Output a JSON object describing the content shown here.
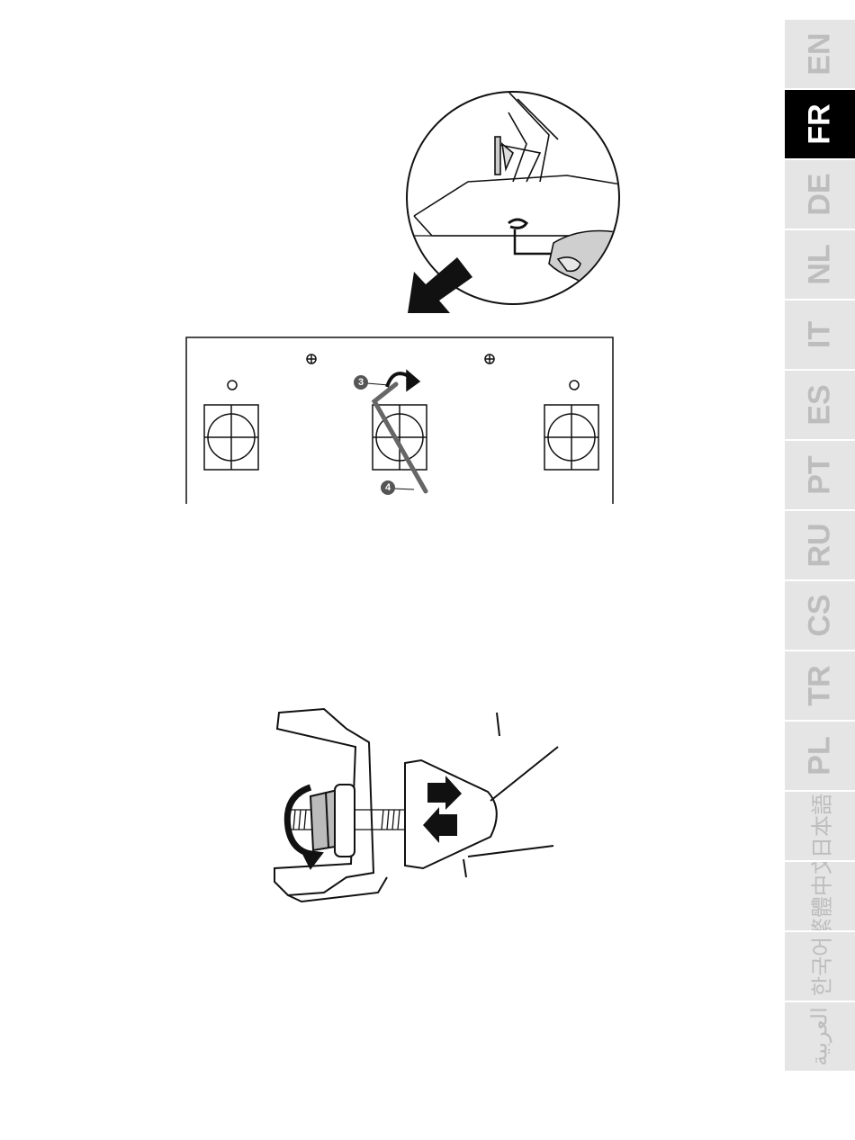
{
  "figure1": {
    "callouts": [
      "3",
      "4"
    ]
  },
  "language_tabs": [
    {
      "label": "EN",
      "active": false
    },
    {
      "label": "FR",
      "active": true
    },
    {
      "label": "DE",
      "active": false
    },
    {
      "label": "NL",
      "active": false
    },
    {
      "label": "IT",
      "active": false
    },
    {
      "label": "ES",
      "active": false
    },
    {
      "label": "PT",
      "active": false
    },
    {
      "label": "RU",
      "active": false
    },
    {
      "label": "CS",
      "active": false
    },
    {
      "label": "TR",
      "active": false
    },
    {
      "label": "PL",
      "active": false
    },
    {
      "label": "日本語",
      "active": false
    },
    {
      "label": "繁體中文",
      "active": false
    },
    {
      "label": "한국어",
      "active": false
    },
    {
      "label": "العربية",
      "active": false
    }
  ],
  "colors": {
    "tab_bg": "#e5e5e5",
    "tab_active_bg": "#000000",
    "tab_text": "#bdbdbd",
    "tab_active_text": "#ffffff",
    "callout": "#555555"
  }
}
